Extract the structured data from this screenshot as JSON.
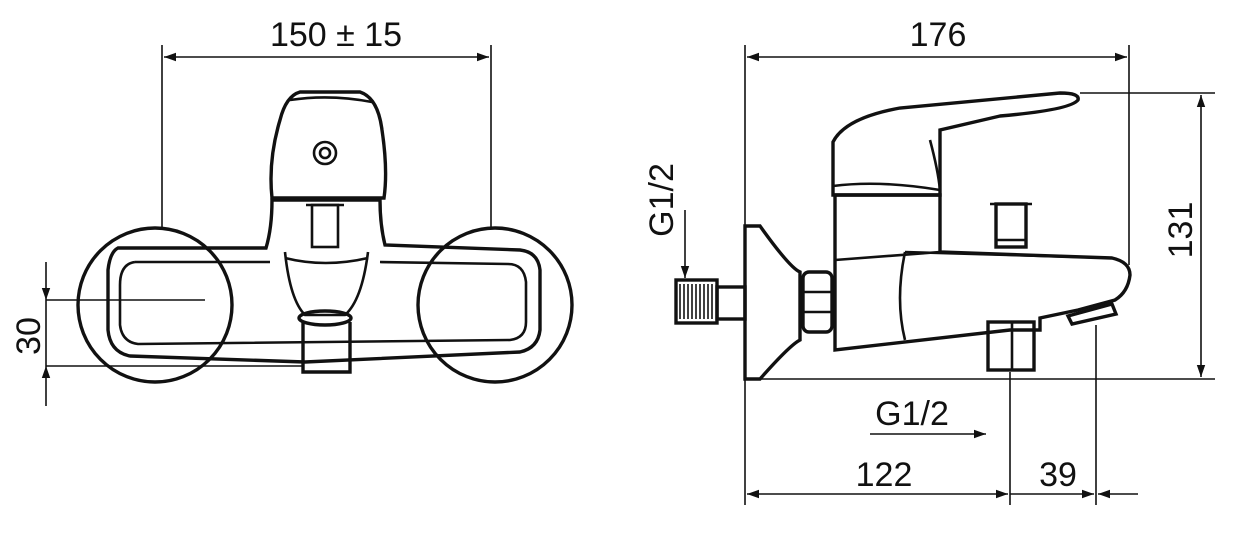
{
  "front_view": {
    "width_dim": "150 ± 15",
    "height_dim": "30"
  },
  "side_view": {
    "total_length_dim": "176",
    "height_dim": "131",
    "inlet_thread_label": "G1/2",
    "outlet_thread_label": "G1/2",
    "outlet_pos_dim": "122",
    "spout_dim": "39"
  }
}
